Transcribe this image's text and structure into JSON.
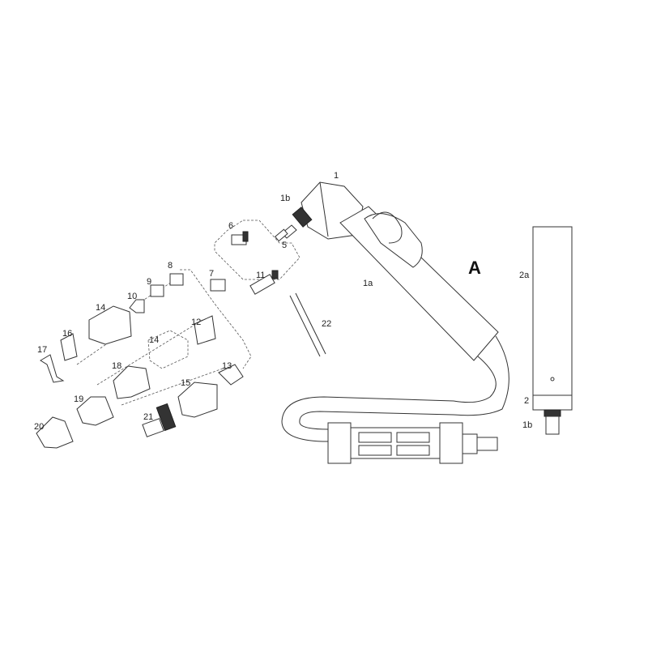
{
  "title_letter": "A",
  "labels": {
    "p1": "1",
    "p1b_head": "1b",
    "p1a": "1a",
    "p2": "2",
    "p2a": "2a",
    "p1b_side": "1b",
    "p5": "5",
    "p6": "6",
    "p7": "7",
    "p8": "8",
    "p9": "9",
    "p10": "10",
    "p11": "11",
    "p12": "12",
    "p13": "13",
    "p14_top": "14",
    "p14_dashed": "14",
    "p15": "15",
    "p16": "16",
    "p17": "17",
    "p18": "18",
    "p19": "19",
    "p20": "20",
    "p21": "21",
    "p22": "22"
  }
}
